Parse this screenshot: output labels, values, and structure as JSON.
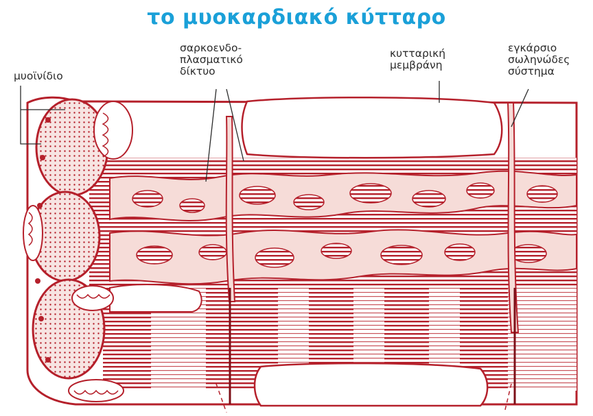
{
  "title": "το μυοκαρδιακό κύτταρο",
  "labels": {
    "myofibril": "μυοϊνίδιο",
    "sarcoplasmic_reticulum": "σαρκοενδο-\nπλασματικό\nδίκτυο",
    "cell_membrane": "κυτταρική\nμεμβράνη",
    "t_tubule_system": "εγκάρσιο\nσωληνώδες\nσύστημα"
  },
  "colors": {
    "title": "#1aa0d8",
    "structure_red": "#b5202b",
    "reticulum_pink": "#f6dcd8",
    "background": "#ffffff"
  }
}
